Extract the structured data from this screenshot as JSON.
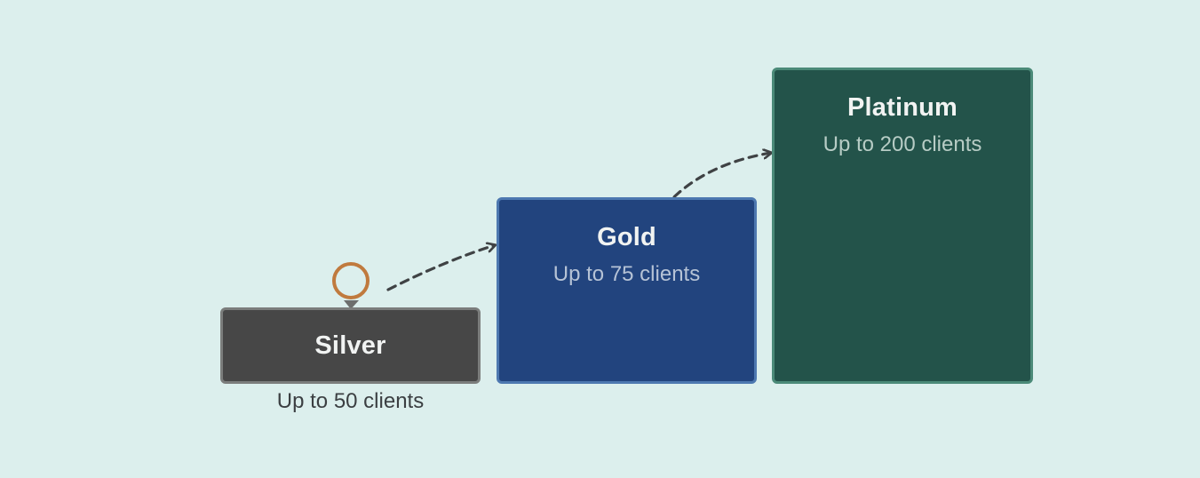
{
  "tiers": [
    {
      "name": "Silver",
      "caption": "Up to 50 clients",
      "fill": "#474747",
      "border": "#7b7d7c",
      "caption_color": "#3b3f42"
    },
    {
      "name": "Gold",
      "caption": "Up to 75 clients",
      "fill": "#22447e",
      "border": "#4d78b0",
      "caption_color": "#b6c3d6"
    },
    {
      "name": "Platinum",
      "caption": "Up to 200 clients",
      "fill": "#23534a",
      "border": "#4b8a78",
      "caption_color": "#b7ccc5"
    }
  ],
  "marker": {
    "icon": "location-pin-icon",
    "ring_color": "#c07a3e",
    "tip_color": "#6c6e6d"
  },
  "connectors": {
    "color": "#3f4244",
    "style": "dashed-arrow"
  }
}
